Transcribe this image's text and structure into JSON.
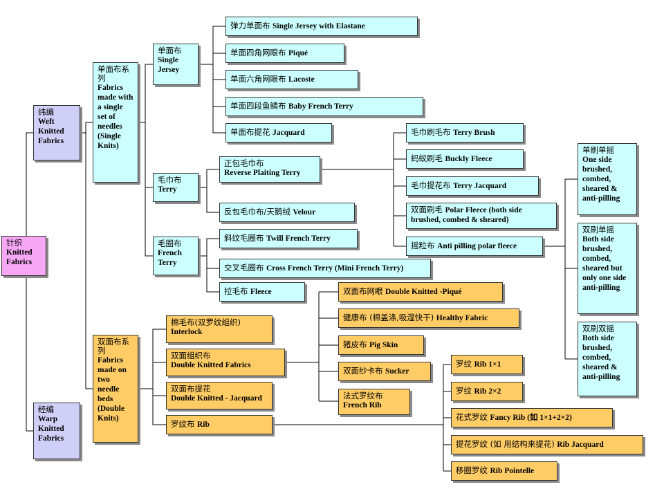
{
  "colors": {
    "pink": "#f7a8f5",
    "lavender": "#cfcff7",
    "cyan": "#ccffff",
    "orange": "#ffcc66"
  },
  "root": {
    "cn": "针织",
    "en": "Knitted Fabrics"
  },
  "weft": {
    "cn": "纬编",
    "en": "Weft Knitted Fabrics"
  },
  "warp": {
    "cn": "经编",
    "en": "Warp Knitted Fabrics"
  },
  "single_series": {
    "cn": "单面布系列",
    "en": "Fabrics made with a single set of needles (Single Knits)"
  },
  "double_series": {
    "cn": "双面布系列",
    "en": "Fabrics made on two needle beds (Double Knits)"
  },
  "single_jersey": {
    "cn": "单面布",
    "en": "Single Jersey"
  },
  "terry": {
    "cn": "毛巾布",
    "en": "Terry"
  },
  "french_terry": {
    "cn": "毛圈布",
    "en": "French Terry"
  },
  "sj_items": [
    {
      "cn": "弹力单面布",
      "en": "Single Jersey with Elastane"
    },
    {
      "cn": "单面四角网眼布",
      "en": "Piqué"
    },
    {
      "cn": "单面六角网眼布",
      "en": "Lacoste"
    },
    {
      "cn": "单面四段鱼鳞布",
      "en": "Baby French Terry"
    },
    {
      "cn": "单面布提花",
      "en": "Jacquard"
    }
  ],
  "terry_items": [
    {
      "cn": "正包毛巾布",
      "en": "Reverse Plaiting Terry"
    },
    {
      "cn": "反包毛巾布/天鹅绒",
      "en": "Velour"
    }
  ],
  "ft_items": [
    {
      "cn": "斜纹毛圈布",
      "en": "Twill French Terry"
    },
    {
      "cn": "交叉毛圈布",
      "en": "Cross French Terry (Mini French Terry)"
    },
    {
      "cn": "拉毛布",
      "en": "Fleece"
    }
  ],
  "rpt_items": [
    {
      "cn": "毛巾刷毛布",
      "en": "Terry Brush"
    },
    {
      "cn": "蚂蚁刷毛",
      "en": "Buckly Fleece"
    },
    {
      "cn": "毛巾提花布",
      "en": "Terry Jacquard"
    },
    {
      "cn": "双面刷毛",
      "en": "Polar Fleece (both side brushed, combed & sheared)"
    },
    {
      "cn": "摇粒布",
      "en": "Anti pilling polar fleece"
    }
  ],
  "anti_items": [
    {
      "cn": "单刷单摇",
      "en": "One side brushed, combed, sheared & anti-pilling"
    },
    {
      "cn": "双刷单摇",
      "en": "Both side brushed, combed, sheared but only one side anti-pilling"
    },
    {
      "cn": "双刷双摇",
      "en": "Both side brushed, combed, sheared & anti-pilling"
    }
  ],
  "double_items": [
    {
      "cn": "棉毛布(双罗纹组织)",
      "en": "Interlock"
    },
    {
      "cn": "双面组织布",
      "en": "Double Knitted Fabrics"
    },
    {
      "cn": "双面布提花",
      "en": "Double Knitted - Jacquard"
    },
    {
      "cn": "罗纹布",
      "en": "Rib"
    }
  ],
  "dkf_items": [
    {
      "cn": "双面布网眼",
      "en": "Double Knitted -Piqué"
    },
    {
      "cn": "健康布 (棉盖涤,吸湿快干)",
      "en": "Healthy Fabric"
    },
    {
      "cn": "猪皮布",
      "en": "Pig Skin"
    },
    {
      "cn": "双面纱卡布",
      "en": "Sucker"
    },
    {
      "cn": "法式罗纹布",
      "en": "French Rib"
    }
  ],
  "rib_items": [
    {
      "cn": "罗纹",
      "en": "Rib 1×1"
    },
    {
      "cn": "罗纹",
      "en": "Rib 2×2"
    },
    {
      "cn": "花式罗纹",
      "en": "Fancy Rib (如 1×1+2×2)"
    },
    {
      "cn": "提花罗纹 (如 用结构来提花)",
      "en": "Rib Jacquard"
    },
    {
      "cn": "移圈罗纹",
      "en": "Rib Pointelle"
    }
  ]
}
